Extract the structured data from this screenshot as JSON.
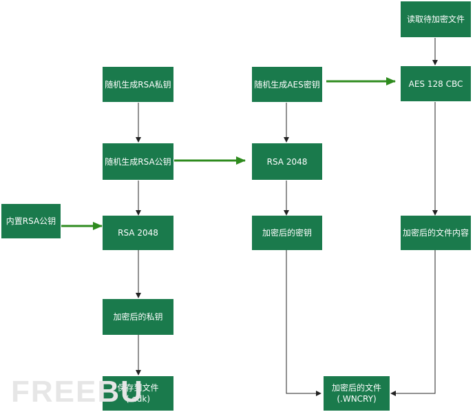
{
  "nodes": {
    "gen_rsa_private": "随机生成RSA私钥",
    "gen_rsa_public": "随机生成RSA公钥",
    "builtin_rsa_public": "内置RSA公钥",
    "rsa_2048_left": "RSA 2048",
    "encrypted_private_key": "加密后的私钥",
    "save_to_file": {
      "line1": "保存到文件",
      "line2": "(.edk)"
    },
    "gen_aes_key": "随机生成AES密钥",
    "rsa_2048_middle": "RSA 2048",
    "encrypted_key": "加密后的密钥",
    "read_file": "读取待加密文件",
    "aes_128_cbc": "AES 128 CBC",
    "encrypted_file_content": "加密后的文件内容",
    "encrypted_file": {
      "line1": "加密后的文件",
      "line2": "(.WNCRY)"
    }
  },
  "colors": {
    "box": "#1a7a4c",
    "arrow_green": "#2e8b1e",
    "arrow_black": "#222222",
    "watermark": "#e6e6e6"
  },
  "watermark": "FREEBU"
}
